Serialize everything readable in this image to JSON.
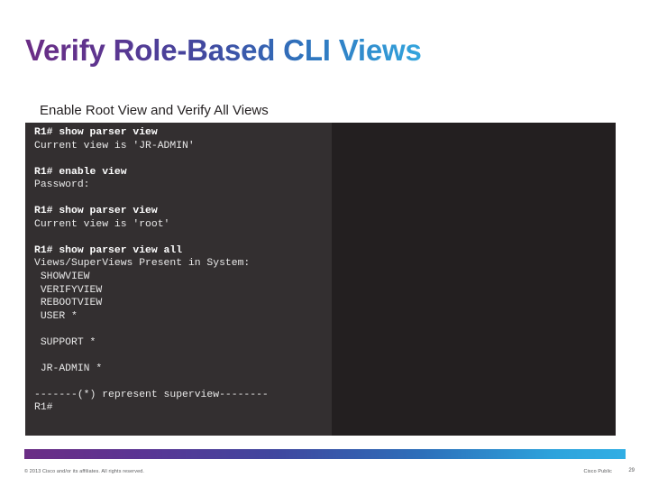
{
  "slide": {
    "title": "Verify Role-Based CLI Views",
    "subtitle": "Enable Root View and Verify All Views",
    "title_gradient_start": "#6b2d85",
    "title_gradient_end": "#33a5dd"
  },
  "terminal": {
    "background": "#231f20",
    "text_color": "#e9e9e9",
    "lines": [
      {
        "text": "R1# show parser view",
        "bold": true
      },
      {
        "text": "Current view is 'JR-ADMIN'",
        "bold": false
      },
      {
        "text": "",
        "bold": false
      },
      {
        "text": "R1# enable view",
        "bold": true
      },
      {
        "text": "Password:",
        "bold": false
      },
      {
        "text": "",
        "bold": false
      },
      {
        "text": "R1# show parser view",
        "bold": true
      },
      {
        "text": "Current view is 'root'",
        "bold": false
      },
      {
        "text": "",
        "bold": false
      },
      {
        "text": "R1# show parser view all",
        "bold": true
      },
      {
        "text": "Views/SuperViews Present in System:",
        "bold": false
      },
      {
        "text": " SHOWVIEW",
        "bold": false
      },
      {
        "text": " VERIFYVIEW",
        "bold": false
      },
      {
        "text": " REBOOTVIEW",
        "bold": false
      },
      {
        "text": " USER *",
        "bold": false
      },
      {
        "text": "",
        "bold": false
      },
      {
        "text": " SUPPORT *",
        "bold": false
      },
      {
        "text": "",
        "bold": false
      },
      {
        "text": " JR-ADMIN *",
        "bold": false
      },
      {
        "text": "",
        "bold": false
      },
      {
        "text": "-------(*) represent superview--------",
        "bold": false
      },
      {
        "text": "R1#",
        "bold": false
      }
    ]
  },
  "footer": {
    "copyright": "© 2013 Cisco and/or its affiliates. All rights reserved.",
    "classification": "Cisco Public",
    "page_number": "29"
  }
}
